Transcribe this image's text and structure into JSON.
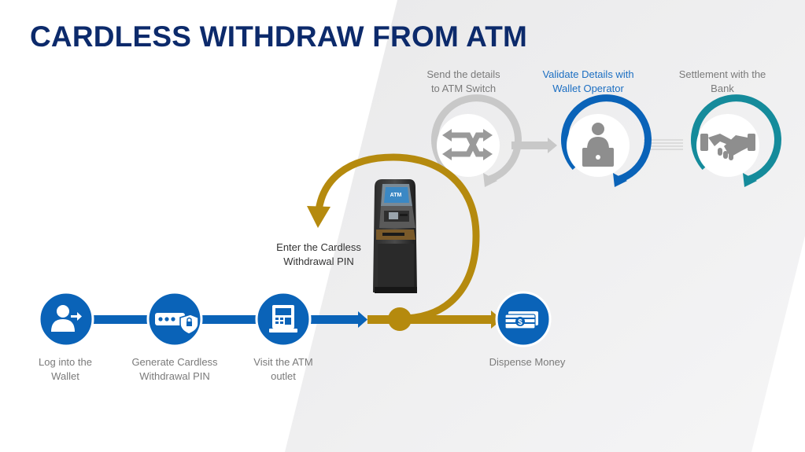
{
  "title": "CARDLESS WITHDRAW FROM ATM",
  "top_steps": [
    {
      "label": "Send the details\nto ATM Switch",
      "icon": "shuffle-arrows-icon"
    },
    {
      "label": "Validate Details with\nWallet Operator",
      "icon": "person-laptop-icon"
    },
    {
      "label": "Settlement with the\nBank",
      "icon": "handshake-icon"
    }
  ],
  "middle_step": {
    "label": "Enter the Cardless\nWithdrawal PIN",
    "icon": "atm-machine-icon",
    "atm_screen_text": "ATM"
  },
  "bottom_steps": [
    {
      "label": "Log into the\nWallet",
      "icon": "user-login-icon"
    },
    {
      "label": "Generate Cardless\nWithdrawal PIN",
      "icon": "pin-shield-icon"
    },
    {
      "label": "Visit the ATM\noutlet",
      "icon": "atm-kiosk-icon"
    },
    {
      "label": "Dispense Money",
      "icon": "cash-stack-icon",
      "cash_symbol": "$"
    }
  ],
  "colors": {
    "title": "#0c2a6b",
    "blue": "#0a63b8",
    "gold": "#b58a0e",
    "gray_ring": "#c8c8c8",
    "teal": "#158b9b",
    "highlight_text": "#1c6fc2"
  }
}
